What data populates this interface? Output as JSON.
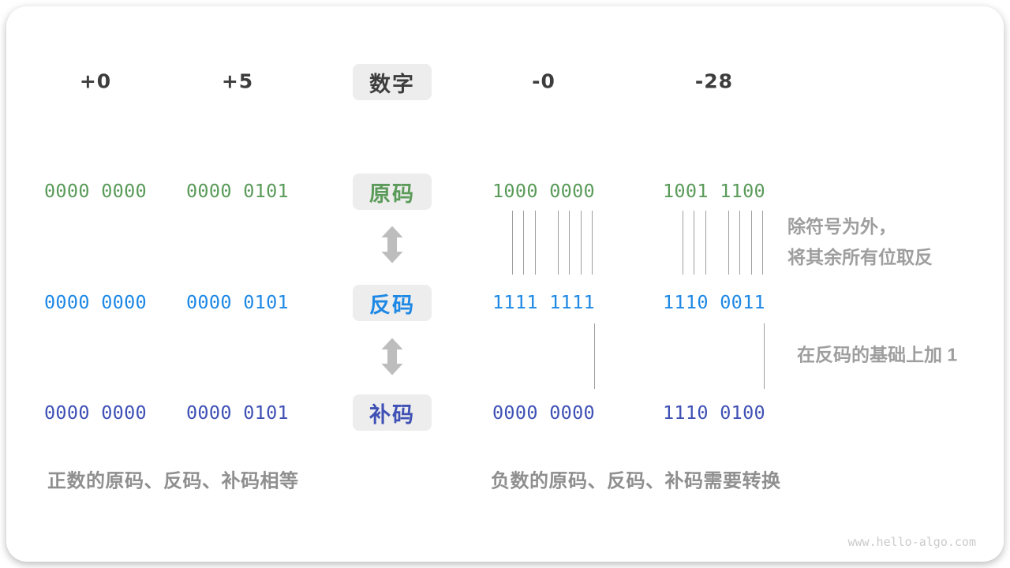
{
  "labels": {
    "number": "数字",
    "sign_magnitude": "原码",
    "ones_complement": "反码",
    "twos_complement": "补码"
  },
  "columns": [
    {
      "header": "+0",
      "sign_magnitude": "0000 0000",
      "ones_complement": "0000 0000",
      "twos_complement": "0000 0000"
    },
    {
      "header": "+5",
      "sign_magnitude": "0000 0101",
      "ones_complement": "0000 0101",
      "twos_complement": "0000 0101"
    },
    {
      "header": "-0",
      "sign_magnitude": "1000 0000",
      "ones_complement": "1111 1111",
      "twos_complement": "0000 0000"
    },
    {
      "header": "-28",
      "sign_magnitude": "1001 1100",
      "ones_complement": "1110 0011",
      "twos_complement": "1110 0100"
    }
  ],
  "annotations": {
    "invert_line1": "除符号为外，",
    "invert_line2": "将其余所有位取反",
    "add_one": "在反码的基础上加 1"
  },
  "captions": {
    "positive": "正数的原码、反码、补码相等",
    "negative": "负数的原码、反码、补码需要转换"
  },
  "watermark": "www.hello-algo.com",
  "colors": {
    "sign_magnitude": "#5a9b5a",
    "ones_complement": "#1e88e5",
    "twos_complement": "#3f51b5",
    "header_text": "#3d3d3d",
    "annotation_text": "#9e9e9e",
    "chip_background": "#ededed",
    "connector_line": "#9e9e9e",
    "arrow": "#bdbdbd",
    "watermark_text": "#cbcbcb"
  }
}
